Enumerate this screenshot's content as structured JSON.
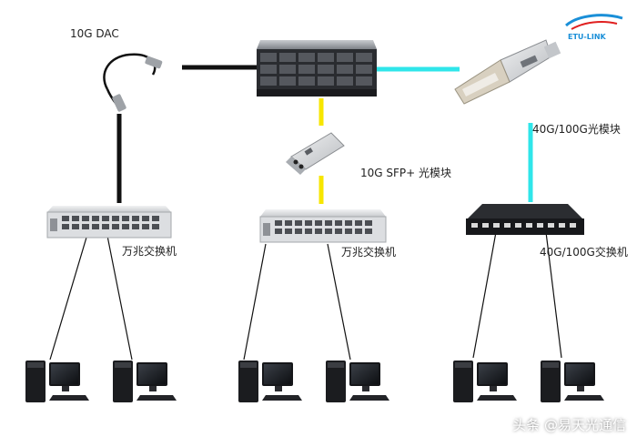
{
  "labels": {
    "dac": "10G DAC",
    "sfp": "10G SFP+ 光模块",
    "qsfp": "40G/100G光模块",
    "switch_left": "万兆交换机",
    "switch_mid": "万兆交换机",
    "switch_right": "40G/100G交换机"
  },
  "logo": {
    "text": "ETU-LINK"
  },
  "watermark": "头条 @易天光通信",
  "colors": {
    "black_link": "#111111",
    "cyan_link": "#2fe6ea",
    "yellow_link": "#f7e600",
    "logo_blue": "#1a8fd8",
    "logo_red": "#e02020"
  },
  "icons": [
    "server-icon",
    "dac-cable-icon",
    "sfp-module-icon",
    "qsfp-module-icon",
    "switch-icon",
    "computer-icon"
  ]
}
